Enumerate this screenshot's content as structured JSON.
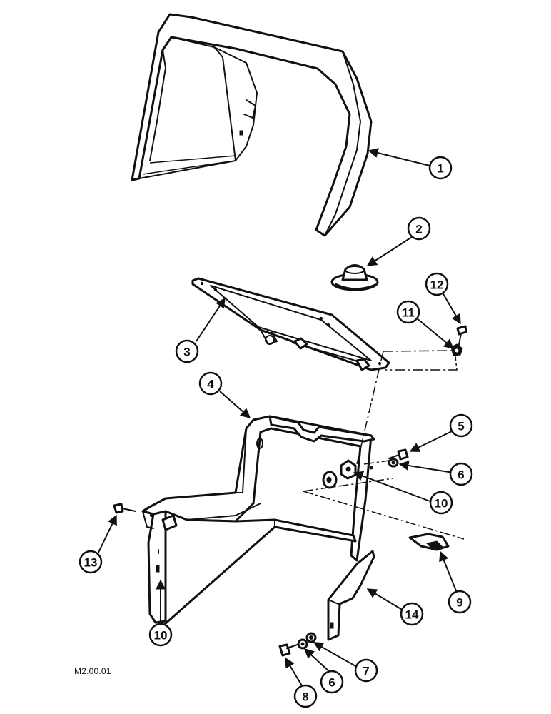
{
  "drawing_code": "M2.00.01",
  "callouts": [
    {
      "label": "1"
    },
    {
      "label": "2"
    },
    {
      "label": "3"
    },
    {
      "label": "4"
    },
    {
      "label": "5"
    },
    {
      "label": "6"
    },
    {
      "label": "6"
    },
    {
      "label": "7"
    },
    {
      "label": "8"
    },
    {
      "label": "9"
    },
    {
      "label": "10"
    },
    {
      "label": "10"
    },
    {
      "label": "11"
    },
    {
      "label": "12"
    },
    {
      "label": "13"
    },
    {
      "label": "14"
    }
  ]
}
